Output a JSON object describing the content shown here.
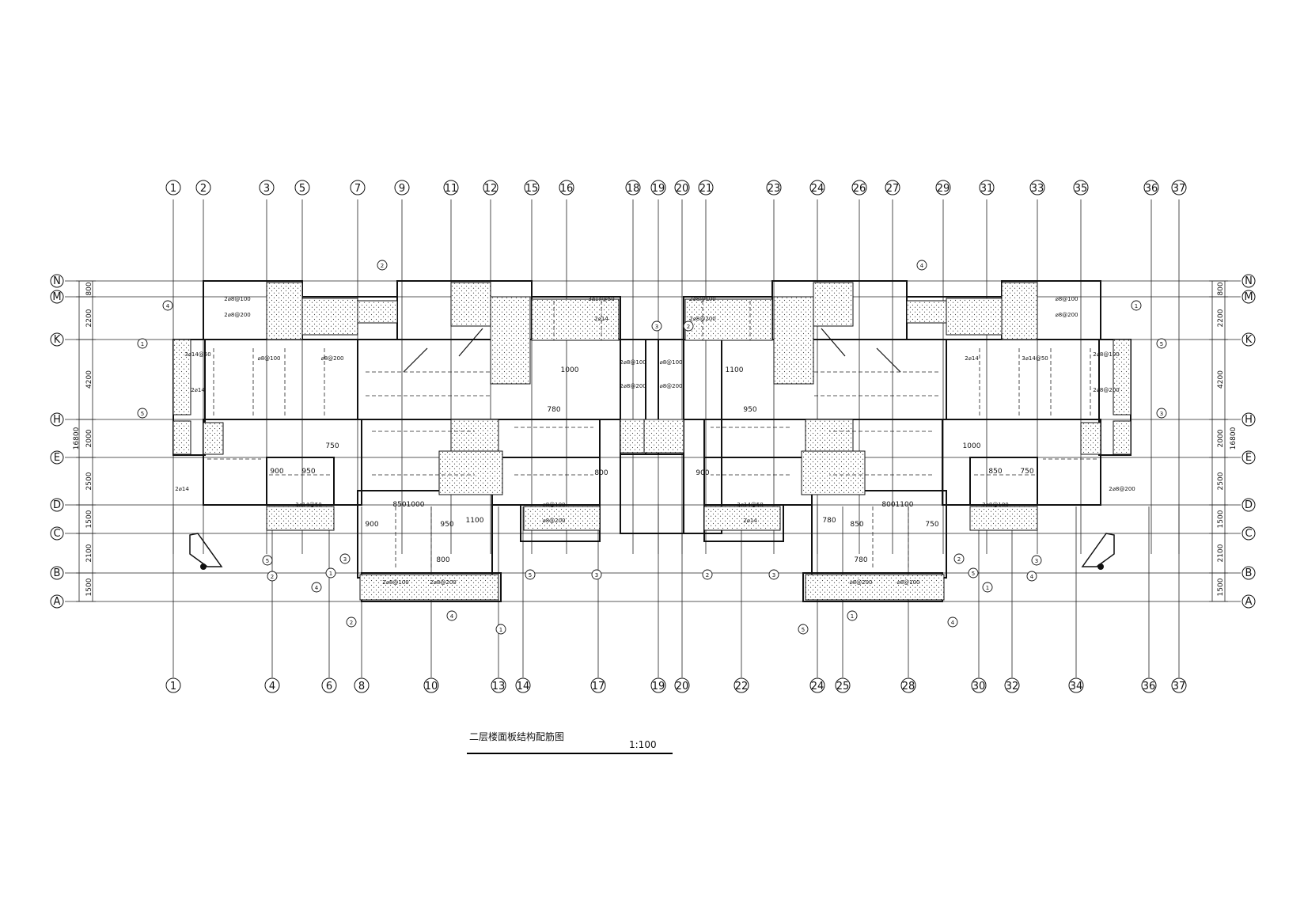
{
  "drawing": {
    "title": "二层楼面板结构配筋图",
    "scale": "1:100"
  },
  "grid": {
    "top_axes": [
      "1",
      "2",
      "3",
      "5",
      "7",
      "9",
      "11",
      "12",
      "15",
      "16",
      "18",
      "19",
      "20",
      "21",
      "23",
      "24",
      "26",
      "27",
      "29",
      "31",
      "33",
      "35",
      "36",
      "37"
    ],
    "bottom_axes": [
      "1",
      "4",
      "6",
      "8",
      "10",
      "13",
      "14",
      "17",
      "19",
      "20",
      "22",
      "24",
      "25",
      "28",
      "30",
      "32",
      "34",
      "36",
      "37"
    ],
    "rows": [
      "N",
      "M",
      "K",
      "H",
      "E",
      "D",
      "C",
      "B",
      "A"
    ],
    "left_spans": [
      "800",
      "2200",
      "4200",
      "2000",
      "2500",
      "1500",
      "2100",
      "1500"
    ],
    "right_spans": [
      "800",
      "2200",
      "4200",
      "2000",
      "2500",
      "1500",
      "2100",
      "1500"
    ],
    "total_depth": "16800"
  },
  "annotations": {
    "rebar_notes": [
      "2⌀8@100",
      "2⌀8@200",
      "3⌀14@50",
      "2⌀14",
      "⌀8@100",
      "⌀8@200"
    ],
    "dims": [
      "900",
      "950",
      "750",
      "850",
      "1000",
      "1100",
      "800",
      "780"
    ],
    "section_marks": [
      "2",
      "4",
      "1",
      "5",
      "3"
    ]
  }
}
